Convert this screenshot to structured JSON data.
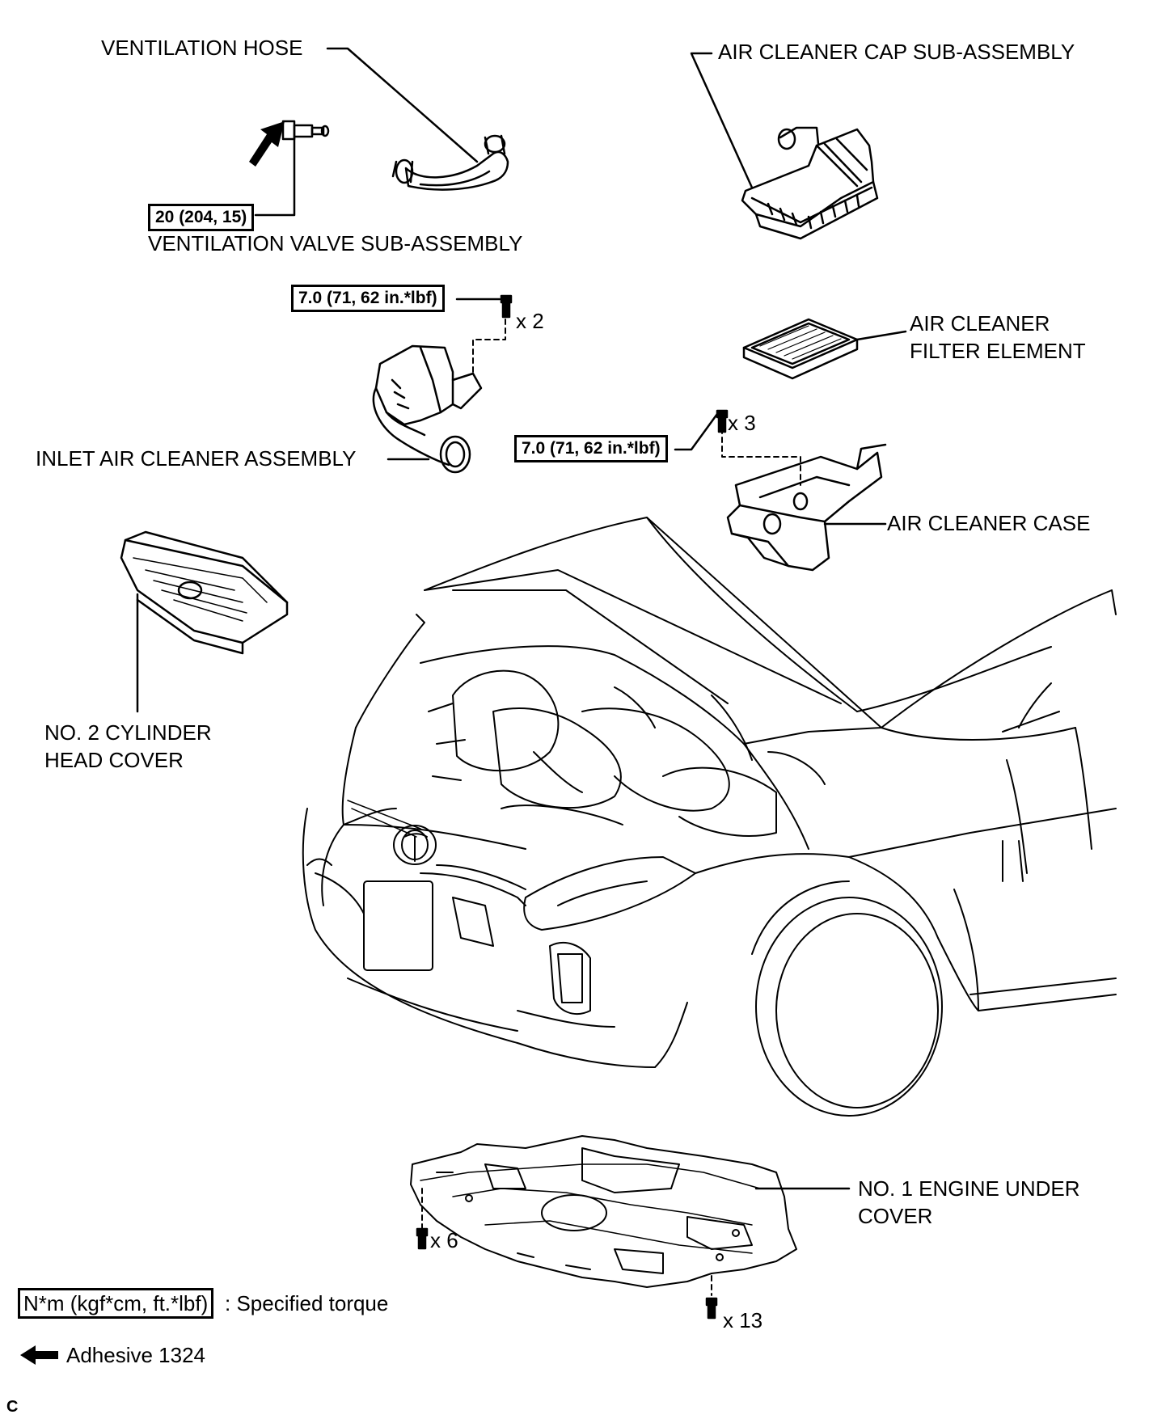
{
  "labels": {
    "ventilation_hose": "VENTILATION HOSE",
    "air_cleaner_cap": "AIR CLEANER CAP SUB-ASSEMBLY",
    "ventilation_valve": "VENTILATION VALVE SUB-ASSEMBLY",
    "air_cleaner_filter_line1": "AIR CLEANER",
    "air_cleaner_filter_line2": "FILTER ELEMENT",
    "inlet_air_cleaner": "INLET AIR CLEANER ASSEMBLY",
    "air_cleaner_case": "AIR CLEANER CASE",
    "cylinder_head_cover_line1": "NO. 2 CYLINDER",
    "cylinder_head_cover_line2": "HEAD COVER",
    "engine_under_cover_line1": "NO. 1 ENGINE UNDER",
    "engine_under_cover_line2": "COVER"
  },
  "torques": {
    "ventilation_valve": "20 (204, 15)",
    "inlet_air_cleaner": "7.0 (71, 62 in.*lbf)",
    "air_cleaner_case": "7.0 (71, 62 in.*lbf)"
  },
  "counts": {
    "inlet_bolts": "x 2",
    "case_bolts": "x 3",
    "under_cover_bolts_left": "x 6",
    "under_cover_bolts_bottom": "x 13"
  },
  "legend": {
    "torque_unit": "N*m (kgf*cm, ft.*lbf)",
    "torque_desc": ": Specified torque",
    "adhesive": "Adhesive 1324"
  },
  "footer_code": "C"
}
